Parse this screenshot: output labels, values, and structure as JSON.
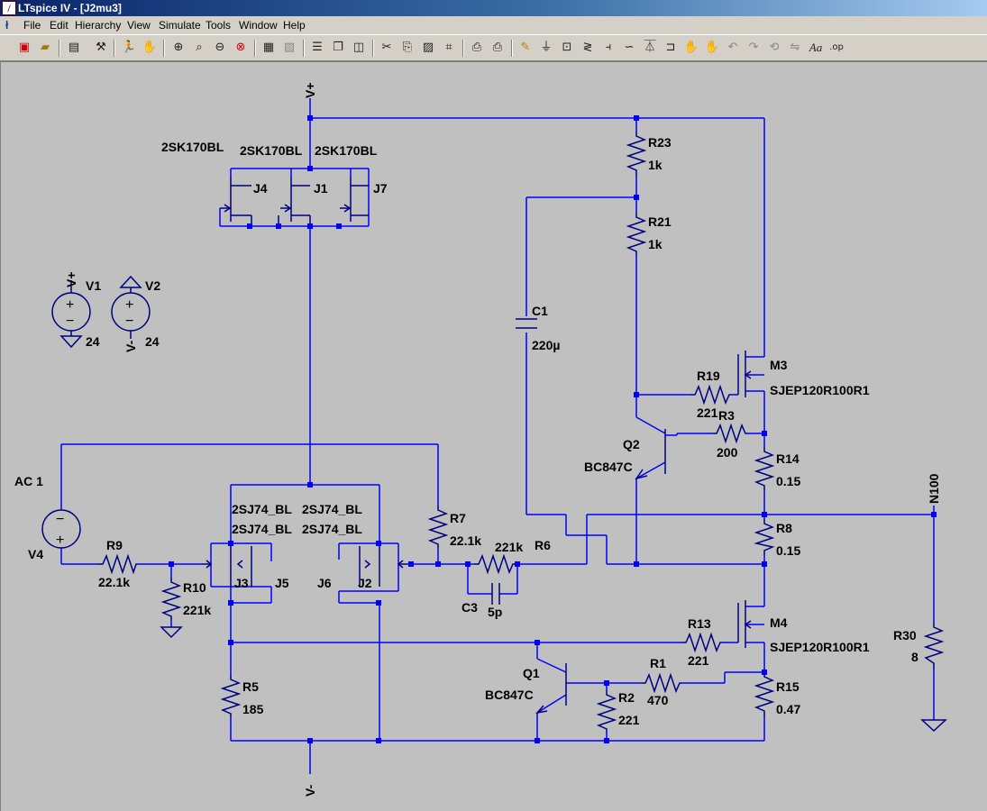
{
  "window": {
    "title": "LTspice IV - [J2mu3]",
    "app_icon": "ltspice-icon"
  },
  "menu": [
    "File",
    "Edit",
    "Hierarchy",
    "View",
    "Simulate",
    "Tools",
    "Window",
    "Help"
  ],
  "toolbar": {
    "icons": [
      "new-schematic-icon",
      "open-icon",
      "save-icon",
      "control-panel-icon",
      "run-icon",
      "halt-icon",
      "zoom-in-icon",
      "zoom-area-icon",
      "zoom-out-icon",
      "zoom-cancel-icon",
      "autorange-icon",
      "grid-icon",
      "tile-horizontal-icon",
      "cascade-icon",
      "tile-vertical-icon",
      "cut-icon",
      "copy-icon",
      "paste-icon",
      "find-icon",
      "print-setup-icon",
      "print-icon",
      "draw-wire-icon",
      "ground-icon",
      "label-net-icon",
      "resistor-icon",
      "capacitor-icon",
      "inductor-icon",
      "diode-icon",
      "component-icon",
      "move-icon",
      "drag-icon",
      "undo-icon",
      "redo-icon",
      "rotate-icon",
      "mirror-icon",
      "text-icon",
      "spice-directive-icon"
    ]
  },
  "schematic": {
    "nets": {
      "vplus": "V+",
      "vminus": "V-",
      "vplus_src": "V+",
      "vminus_src": "V-",
      "out": "N100"
    },
    "sources": {
      "v1": "V1",
      "v1_val": "24",
      "v2": "V2",
      "v2_val": "24",
      "v4": "V4",
      "v4_val": "AC 1"
    },
    "jfets": {
      "j4": "J4",
      "j1": "J1",
      "j7": "J7",
      "j3": "J3",
      "j5": "J5",
      "j6": "J6",
      "j2": "J2",
      "m_j4": "2SK170BL",
      "m_j1": "2SK170BL",
      "m_j7": "2SK170BL",
      "m_j3a": "2SJ74_BL",
      "m_j5a": "2SJ74_BL",
      "m_j3b": "2SJ74_BL",
      "m_j5b": "2SJ74_BL"
    },
    "resistors": {
      "r23": "R23",
      "r23_v": "1k",
      "r21": "R21",
      "r21_v": "1k",
      "r19": "R19",
      "r19_v": "221",
      "r3": "R3",
      "r3_v": "200",
      "r14": "R14",
      "r14_v": "0.15",
      "r8": "R8",
      "r8_v": "0.15",
      "r7": "R7",
      "r7_v": "22.1k",
      "r6": "R6",
      "r6_v": "221k",
      "r9": "R9",
      "r9_v": "22.1k",
      "r10": "R10",
      "r10_v": "221k",
      "r5": "R5",
      "r5_v": "185",
      "r13": "R13",
      "r13_v": "221",
      "r1": "R1",
      "r1_v": "470",
      "r2": "R2",
      "r2_v": "221",
      "r15": "R15",
      "r15_v": "0.47",
      "r30": "R30",
      "r30_v": "8"
    },
    "capacitors": {
      "c1": "C1",
      "c1_v": "220µ",
      "c3": "C3",
      "c3_v": "5p"
    },
    "transistors": {
      "q1": "Q1",
      "q1_m": "BC847C",
      "q2": "Q2",
      "q2_m": "BC847C",
      "m3": "M3",
      "m3_m": "SJEP120R100R1",
      "m4": "M4",
      "m4_m": "SJEP120R100R1"
    }
  },
  "colors": {
    "wire": "#0000ff",
    "component": "#000080",
    "background": "#c0c0c0",
    "junction": "#0000ff"
  }
}
